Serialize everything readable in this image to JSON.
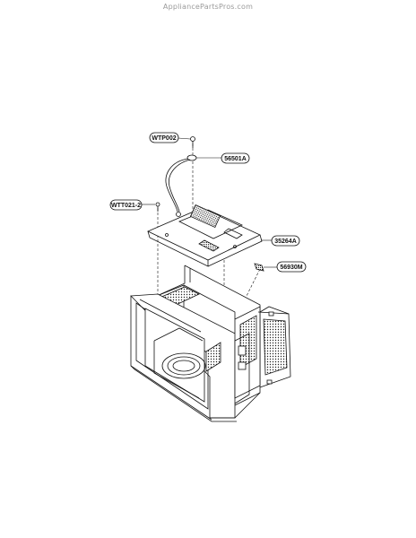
{
  "watermark": "AppliancePartsPros.com",
  "callouts": [
    {
      "id": "wtp002",
      "label": "WTP002"
    },
    {
      "id": "56501a",
      "label": "56501A"
    },
    {
      "id": "wtt021",
      "label": "WTT021-2"
    },
    {
      "id": "35264a",
      "label": "35264A"
    },
    {
      "id": "56930m",
      "label": "56930M"
    }
  ]
}
